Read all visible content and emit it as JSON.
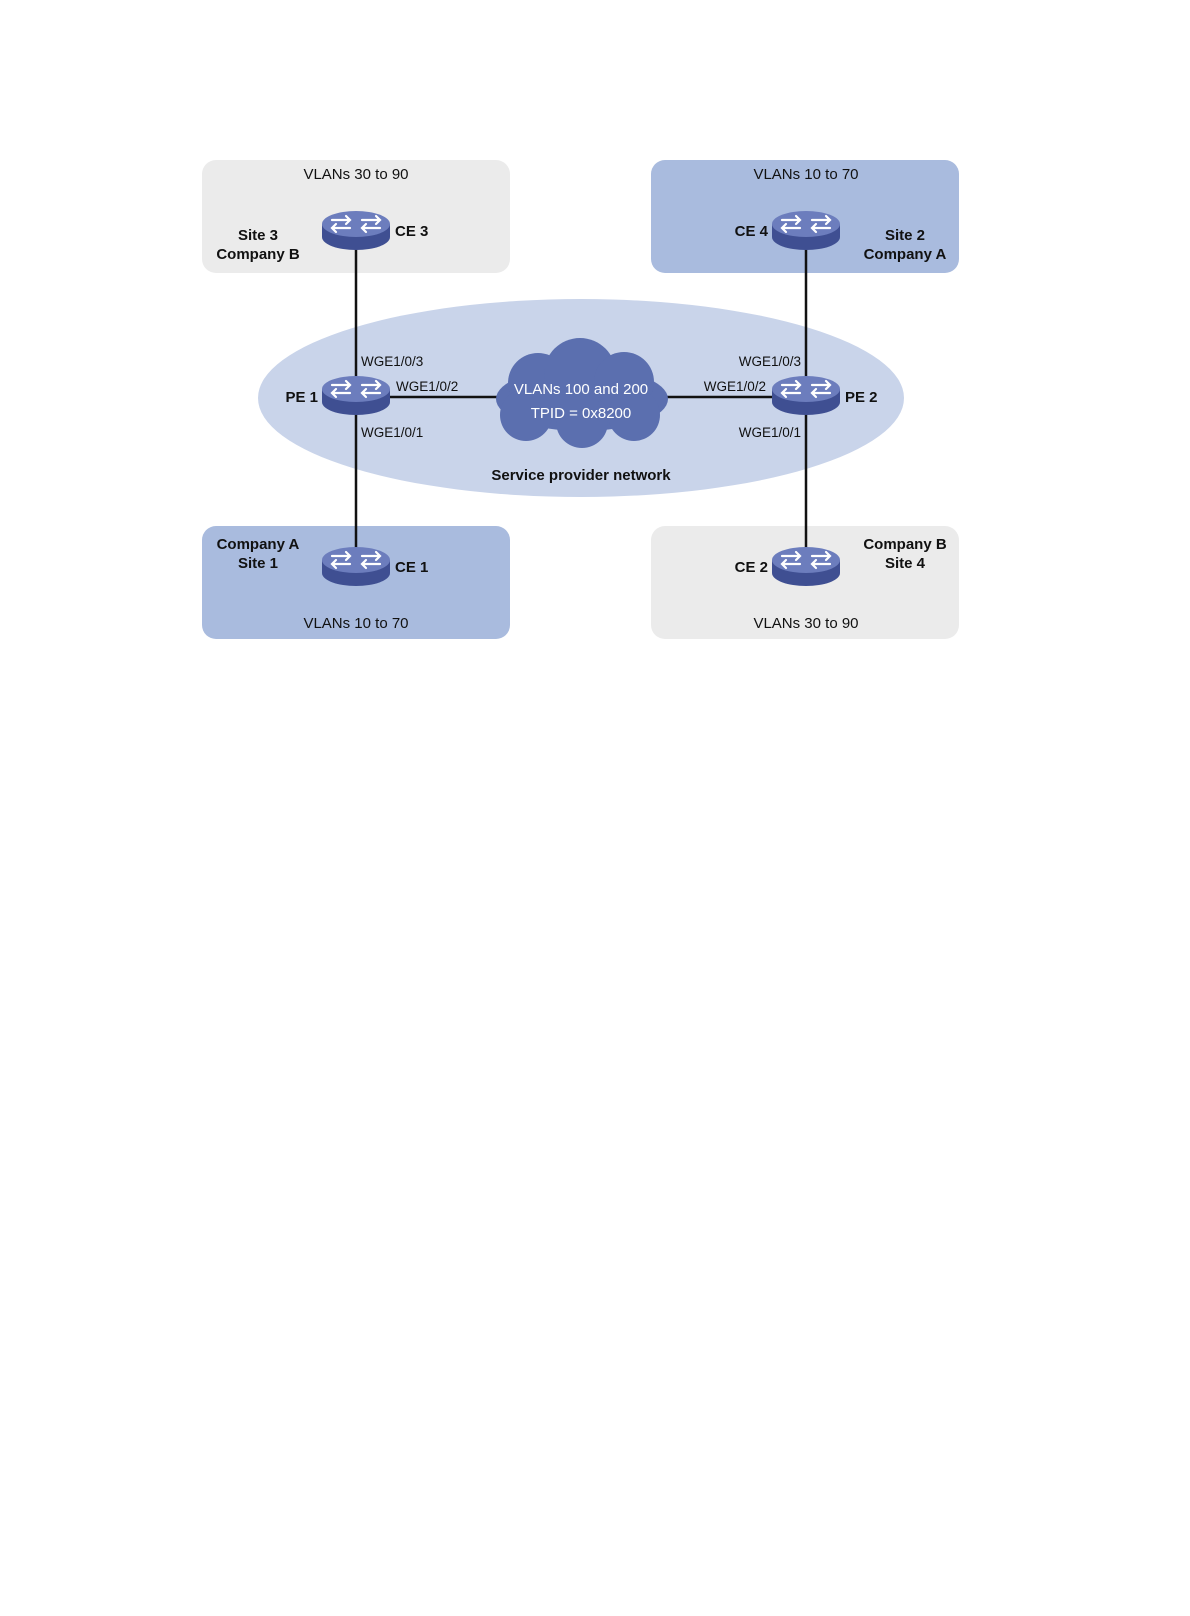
{
  "colors": {
    "site_gray": "#ebebeb",
    "site_blue": "#a9bbde",
    "provider_ellipse": "#c9d4ea",
    "cloud": "#5b6faf",
    "router_top": "#6c7dbd",
    "router_side": "#3f4f92",
    "link": "#111111"
  },
  "sites": {
    "site3": {
      "vlans": "VLANs 30 to 90",
      "site": "Site 3",
      "company": "Company B"
    },
    "site2": {
      "vlans": "VLANs 10 to 70",
      "site": "Site 2",
      "company": "Company A"
    },
    "site1": {
      "vlans": "VLANs 10 to 70",
      "site": "Site 1",
      "company": "Company A"
    },
    "site4": {
      "vlans": "VLANs 30 to 90",
      "site": "Site 4",
      "company": "Company B"
    }
  },
  "devices": {
    "ce3": "CE 3",
    "ce4": "CE 4",
    "ce1": "CE 1",
    "ce2": "CE 2",
    "pe1": "PE 1",
    "pe2": "PE 2"
  },
  "ports": {
    "pe1_to_ce3": "WGE1/0/3",
    "pe1_to_cloud": "WGE1/0/2",
    "pe1_to_ce1": "WGE1/0/1",
    "pe2_to_ce4": "WGE1/0/3",
    "pe2_to_cloud": "WGE1/0/2",
    "pe2_to_ce2": "WGE1/0/1"
  },
  "cloud": {
    "line1": "VLANs 100 and  200",
    "line2": "TPID = 0x8200"
  },
  "network_label": "Service provider network",
  "icons": {
    "router": "switch-router-icon",
    "cloud": "cloud-icon"
  }
}
